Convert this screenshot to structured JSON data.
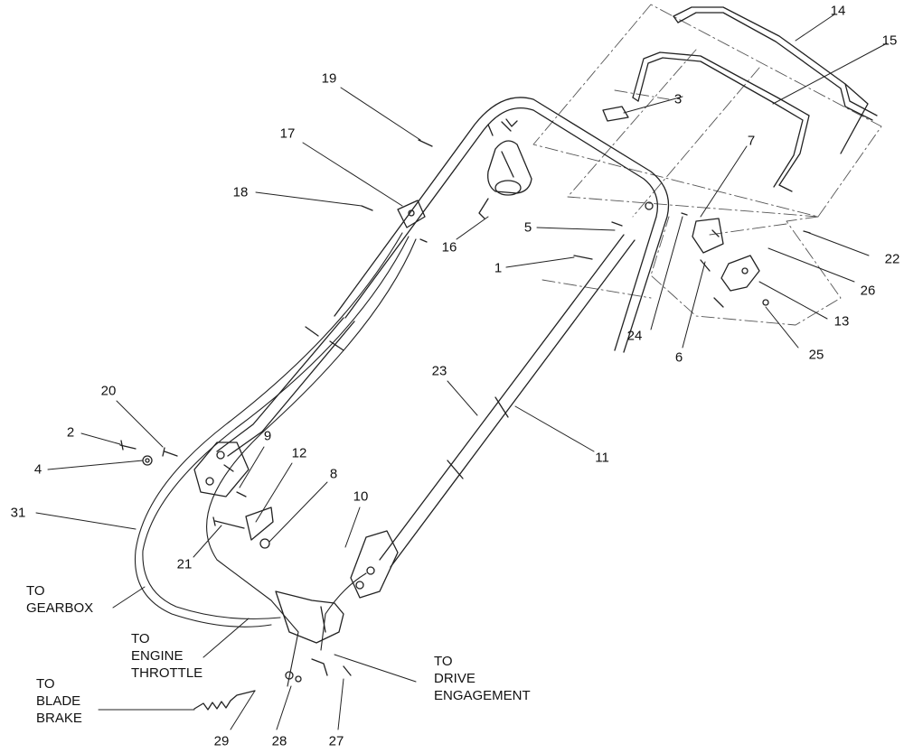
{
  "diagram": {
    "callouts": {
      "c1": "1",
      "c2": "2",
      "c3": "3",
      "c4": "4",
      "c5": "5",
      "c6": "6",
      "c7": "7",
      "c8": "8",
      "c9": "9",
      "c10": "10",
      "c11": "11",
      "c12": "12",
      "c13": "13",
      "c14": "14",
      "c15": "15",
      "c16": "16",
      "c17": "17",
      "c18": "18",
      "c19": "19",
      "c20": "20",
      "c21": "21",
      "c22": "22",
      "c23": "23",
      "c24": "24",
      "c25": "25",
      "c26": "26",
      "c27": "27",
      "c28": "28",
      "c29": "29",
      "c31": "31"
    },
    "destinations": {
      "gearbox": [
        "TO",
        "GEARBOX"
      ],
      "engine_throttle": [
        "TO",
        "ENGINE",
        "THROTTLE"
      ],
      "blade_brake": [
        "TO",
        "BLADE",
        "BRAKE"
      ],
      "drive_engagement": [
        "TO",
        "DRIVE",
        "ENGAGEMENT"
      ]
    }
  }
}
